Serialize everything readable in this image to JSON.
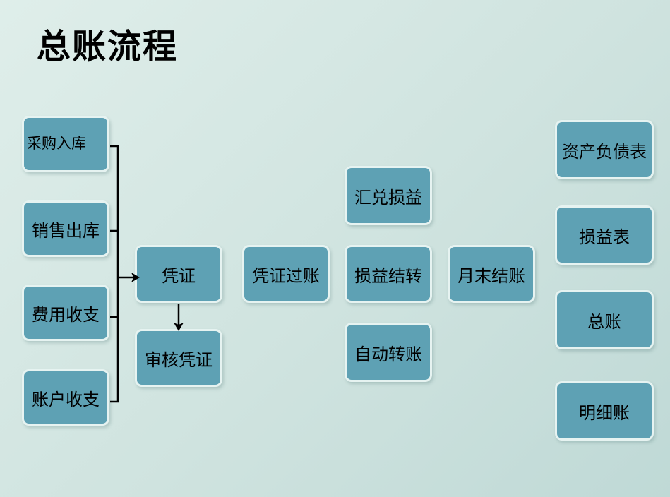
{
  "title": "总账流程",
  "sources": [
    "采购入库",
    "销售出库",
    "费用收支",
    "账户收支"
  ],
  "voucher": "凭证",
  "audit": "审核凭证",
  "posting": "凭证过账",
  "middle": [
    "汇兑损益",
    "损益结转",
    "自动转账"
  ],
  "month_end": "月末结账",
  "reports": [
    "资产负债表",
    "损益表",
    "总账",
    "明细账"
  ]
}
